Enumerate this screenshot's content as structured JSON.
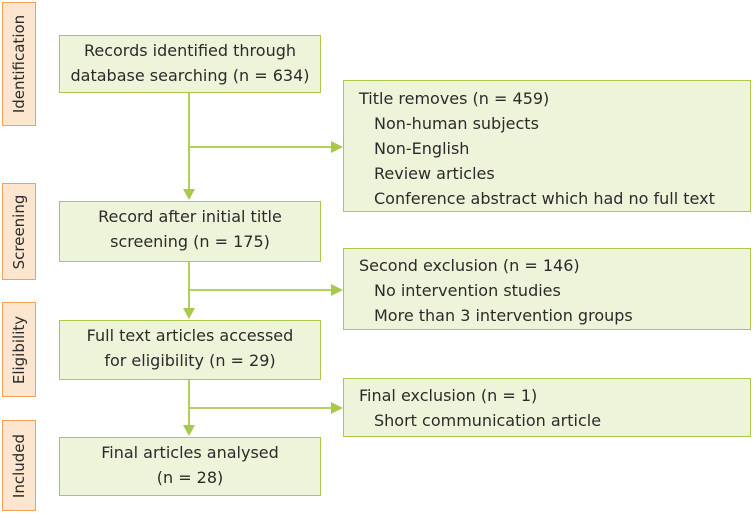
{
  "phases": [
    {
      "id": "identification",
      "label": "Identification"
    },
    {
      "id": "screening",
      "label": "Screening"
    },
    {
      "id": "eligibility",
      "label": "Eligibility"
    },
    {
      "id": "included",
      "label": "Included"
    }
  ],
  "main_boxes": [
    {
      "id": "identified",
      "lines": [
        "Records identified through",
        "database searching (n = 634)"
      ]
    },
    {
      "id": "initial-screening",
      "lines": [
        "Record after initial title",
        "screening (n = 175)"
      ]
    },
    {
      "id": "full-text",
      "lines": [
        "Full text articles accessed",
        "for eligibility (n = 29)"
      ]
    },
    {
      "id": "final",
      "lines": [
        "Final articles analysed",
        "(n = 28)"
      ]
    }
  ],
  "exclusion_boxes": [
    {
      "id": "title-removes",
      "title": "Title removes (n = 459)",
      "items": [
        "Non-human subjects",
        "Non-English",
        "Review articles",
        "Conference abstract which had no full text"
      ]
    },
    {
      "id": "second-exclusion",
      "title": "Second exclusion (n = 146)",
      "items": [
        "No intervention studies",
        "More than 3 intervention groups"
      ]
    },
    {
      "id": "final-exclusion",
      "title": "Final exclusion (n = 1)",
      "items": [
        "Short communication article"
      ]
    }
  ],
  "colors": {
    "phase_fill": "#fde6cf",
    "phase_border": "#f1a15a",
    "box_fill": "#eef4d9",
    "box_border": "#a9c94a",
    "arrow": "#a9c94a"
  }
}
